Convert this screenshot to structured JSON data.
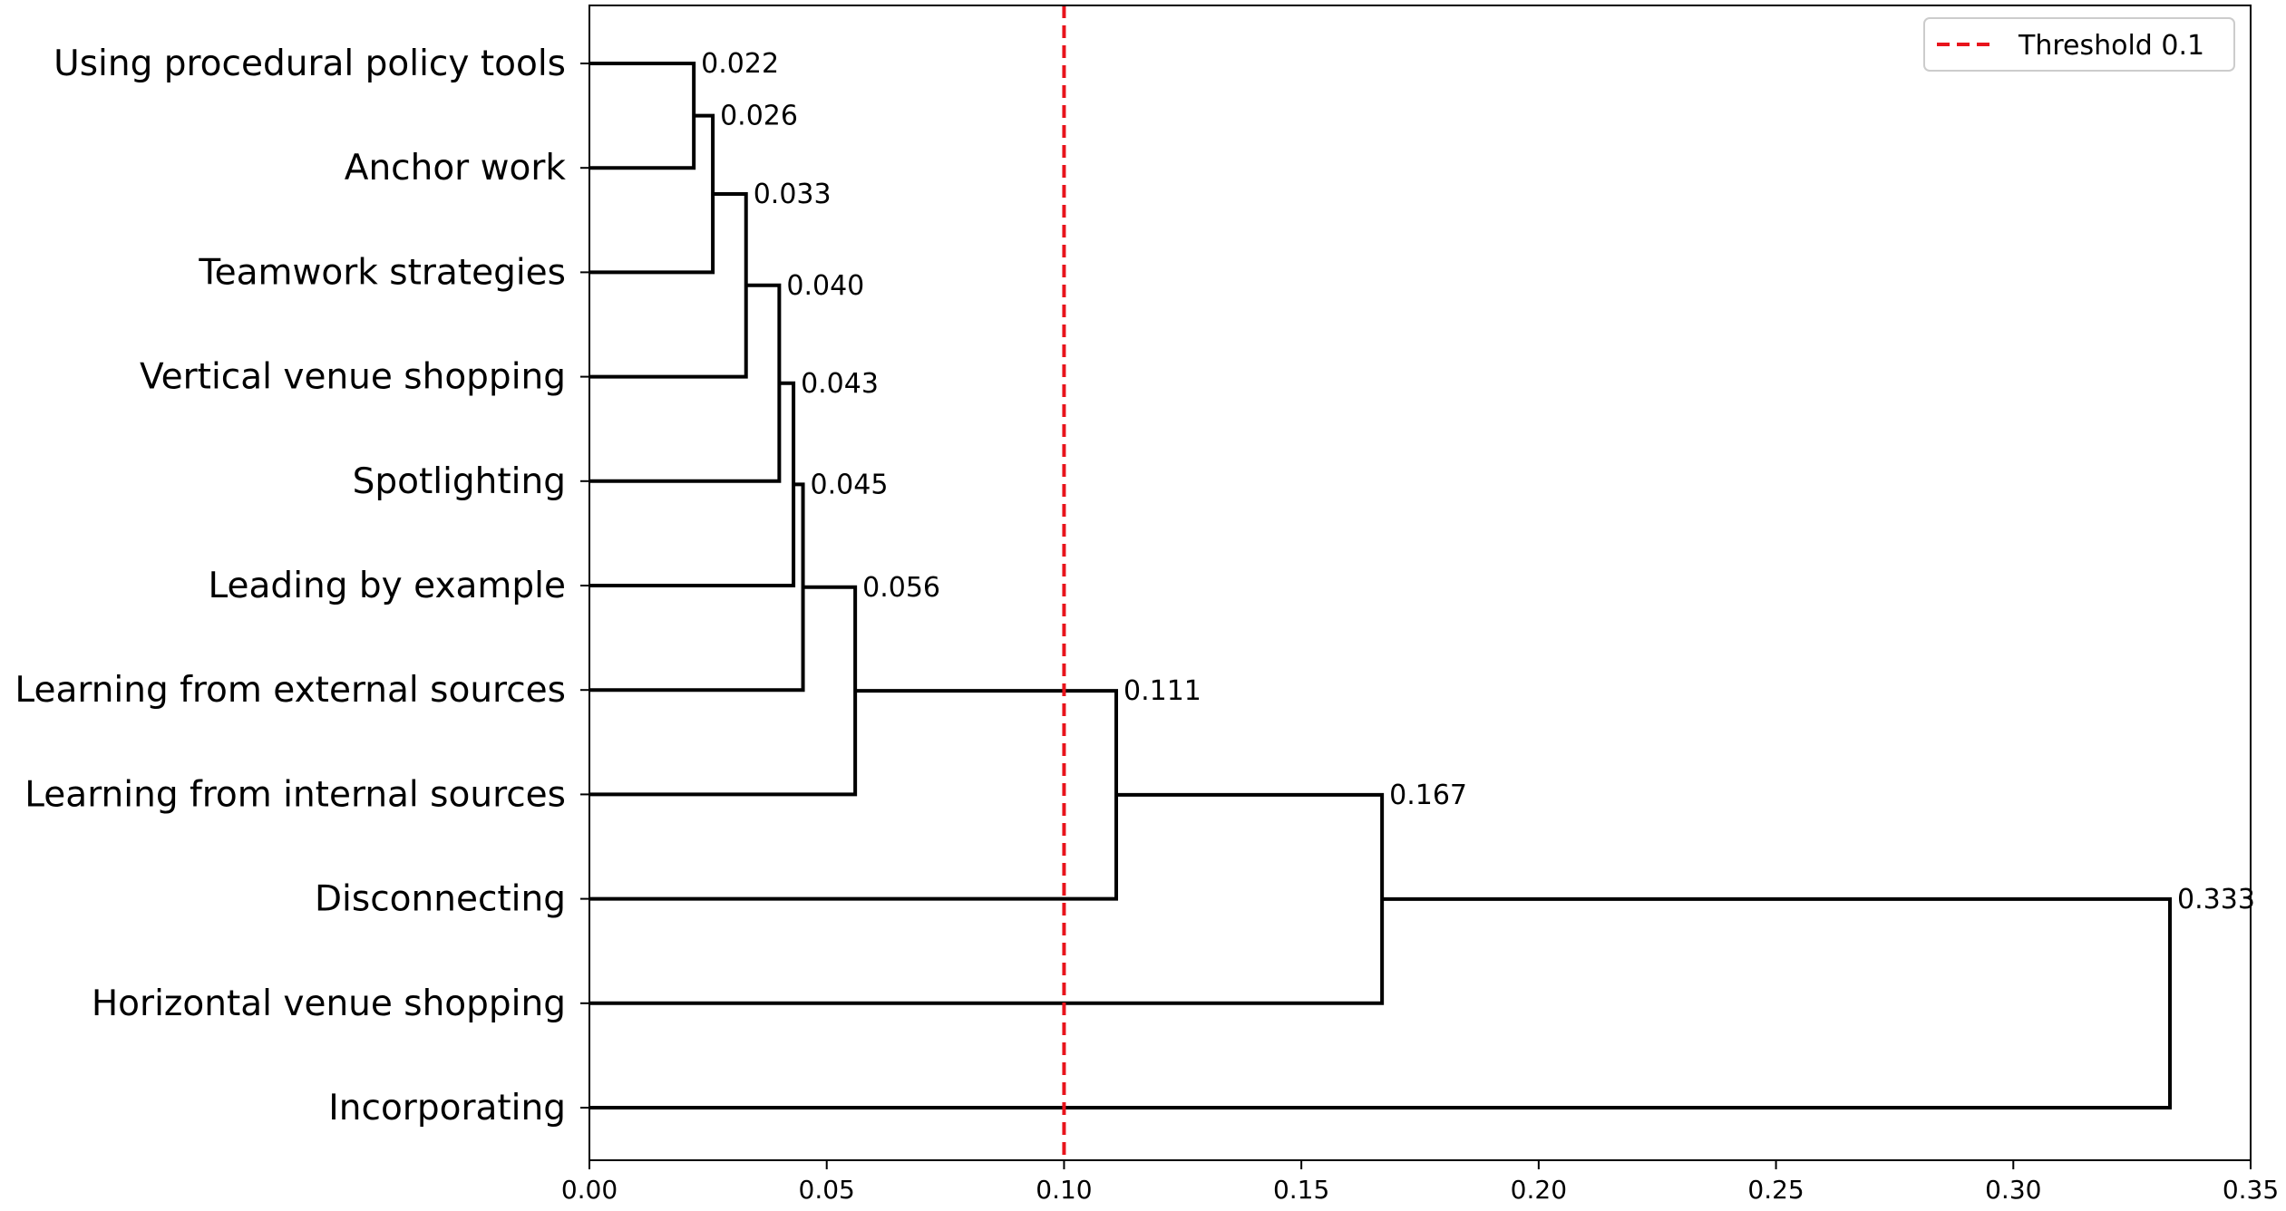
{
  "chart_data": {
    "type": "dendrogram",
    "orientation": "horizontal",
    "leaves": [
      "Using procedural policy tools",
      "Anchor work",
      "Teamwork strategies",
      "Vertical venue shopping",
      "Spotlighting",
      "Leading by example",
      "Learning from external sources",
      "Learning from internal sources",
      "Disconnecting",
      "Horizontal venue shopping",
      "Incorporating"
    ],
    "merges": [
      {
        "left": "leaf:0",
        "right": "leaf:1",
        "height": 0.022,
        "label": "0.022"
      },
      {
        "left": "merge:0",
        "right": "leaf:2",
        "height": 0.026,
        "label": "0.026"
      },
      {
        "left": "merge:1",
        "right": "leaf:3",
        "height": 0.033,
        "label": "0.033"
      },
      {
        "left": "merge:2",
        "right": "leaf:4",
        "height": 0.04,
        "label": "0.040"
      },
      {
        "left": "merge:3",
        "right": "leaf:5",
        "height": 0.043,
        "label": "0.043"
      },
      {
        "left": "merge:4",
        "right": "leaf:6",
        "height": 0.045,
        "label": "0.045"
      },
      {
        "left": "merge:5",
        "right": "leaf:7",
        "height": 0.056,
        "label": "0.056"
      },
      {
        "left": "merge:6",
        "right": "leaf:8",
        "height": 0.111,
        "label": "0.111"
      },
      {
        "left": "merge:7",
        "right": "leaf:9",
        "height": 0.167,
        "label": "0.167"
      },
      {
        "left": "merge:8",
        "right": "leaf:10",
        "height": 0.333,
        "label": "0.333"
      }
    ],
    "xlim": [
      0,
      0.35
    ],
    "xticks": [
      0,
      0.05,
      0.1,
      0.15,
      0.2,
      0.25,
      0.3,
      0.35
    ],
    "xtick_labels": [
      "0.00",
      "0.05",
      "0.10",
      "0.15",
      "0.20",
      "0.25",
      "0.30",
      "0.35"
    ],
    "threshold": {
      "value": 0.1,
      "label": "Threshold 0.1",
      "color": "#e8141c",
      "style": "dashed"
    },
    "legend_position": "top-right",
    "line_color": "#000000",
    "grid": false,
    "title": "",
    "xlabel": "",
    "ylabel": ""
  }
}
